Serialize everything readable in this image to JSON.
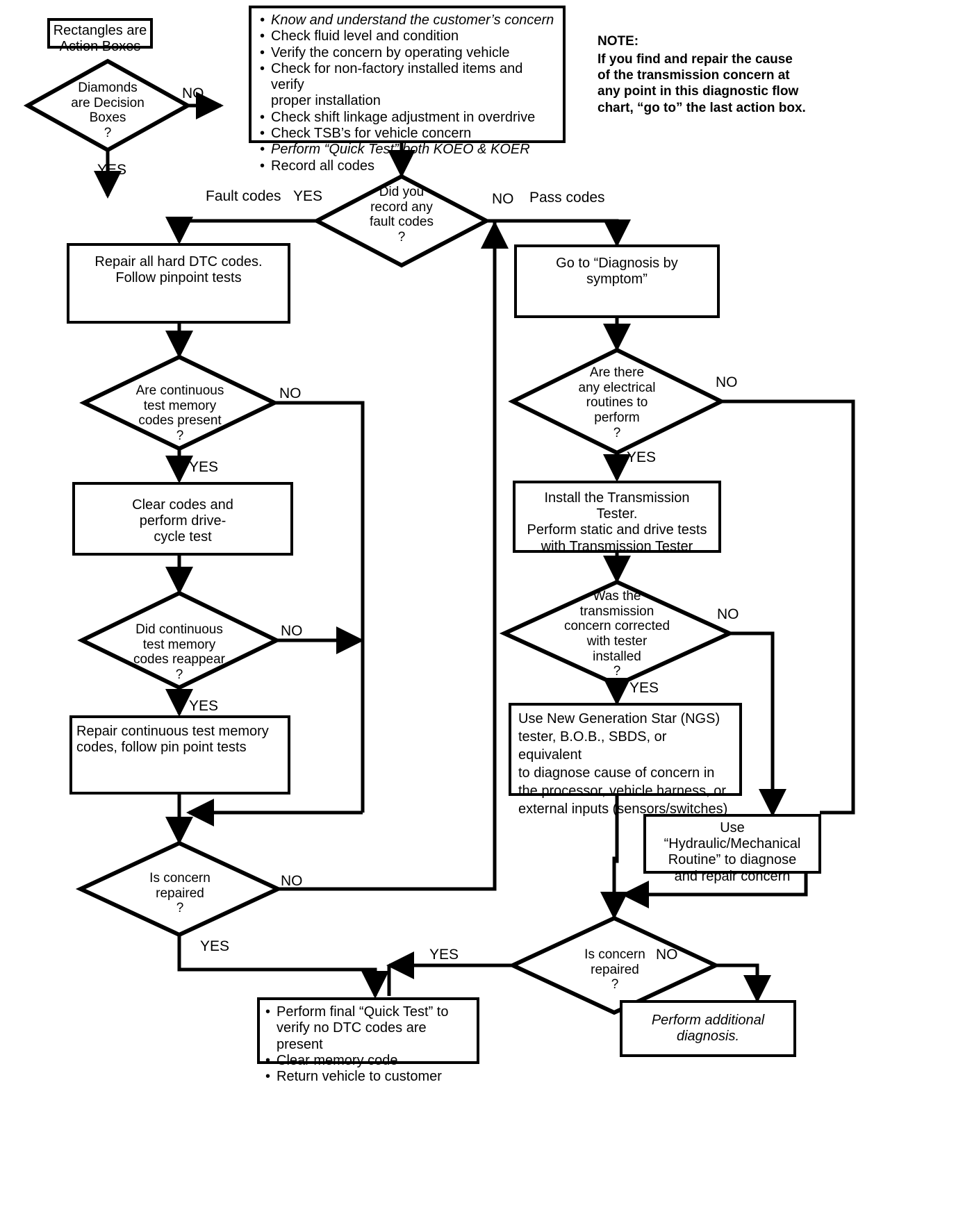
{
  "legend": {
    "action_box_label": "Rectangles are\nAction Boxes",
    "decision_box_label": "Diamonds\nare Decision\nBoxes\n?",
    "decision_no": "NO",
    "decision_yes": "YES"
  },
  "note": {
    "title": "NOTE:",
    "body": "If you find and repair the cause\nof the transmission concern at\nany point in this diagnostic flow\nchart, “go to” the last action box."
  },
  "start_box": {
    "name": "preliminary-checks",
    "items": [
      "Know and understand the customer’s concern",
      "Check fluid level and condition",
      "Verify the concern by operating vehicle",
      "Check for non-factory installed items and verify",
      "proper installation",
      "Check shift linkage adjustment in overdrive",
      "Check TSB’s for vehicle concern",
      "Perform “Quick Test” both KOEO & KOER",
      "Record all codes"
    ]
  },
  "decisions": {
    "record_fault_codes": "Did you\nrecord any\nfault codes\n?",
    "continuous_present": "Are continuous\ntest memory\ncodes present\n?",
    "continuous_reappear": "Did continuous\ntest memory\ncodes reappear\n?",
    "concern_repaired_left": "Is concern\nrepaired\n?",
    "electrical_routines": "Are there\nany electrical\nroutines to\nperform\n?",
    "corrected_with_tester": "Was the\ntransmission\nconcern corrected\nwith tester\ninstalled\n?",
    "concern_repaired_bottom": "Is concern\nrepaired\n?"
  },
  "actions": {
    "repair_hard_dtc": "Repair all hard DTC codes.\nFollow pinpoint tests",
    "clear_codes": "Clear codes and\nperform drive-\ncycle test",
    "repair_continuous": "Repair continuous test memory\ncodes, follow pin point tests",
    "diagnosis_by_symptom": "Go to “Diagnosis by symptom”",
    "install_tester": "Install the Transmission Tester.\nPerform static and drive tests\nwith Transmission Tester",
    "use_ngs": "Use New Generation Star (NGS)\ntester, B.O.B., SBDS, or equivalent\nto diagnose cause of concern in\nthe processor, vehicle harness, or\nexternal inputs (sensors/switches)",
    "hydraulic_routine": "Use “Hydraulic/Mechanical\nRoutine” to diagnose\nand repair concern",
    "perform_additional": "Perform additional\ndiagnosis.",
    "final_quick_test_items": [
      "Perform final “Quick Test” to",
      "verify no DTC codes are present",
      "Clear memory code",
      "Return vehicle to customer"
    ]
  },
  "edge_labels": {
    "fault_codes": "Fault codes",
    "pass_codes": "Pass codes",
    "yes": "YES",
    "no": "NO"
  },
  "colors": {
    "line": "#000000",
    "background": "#ffffff"
  }
}
